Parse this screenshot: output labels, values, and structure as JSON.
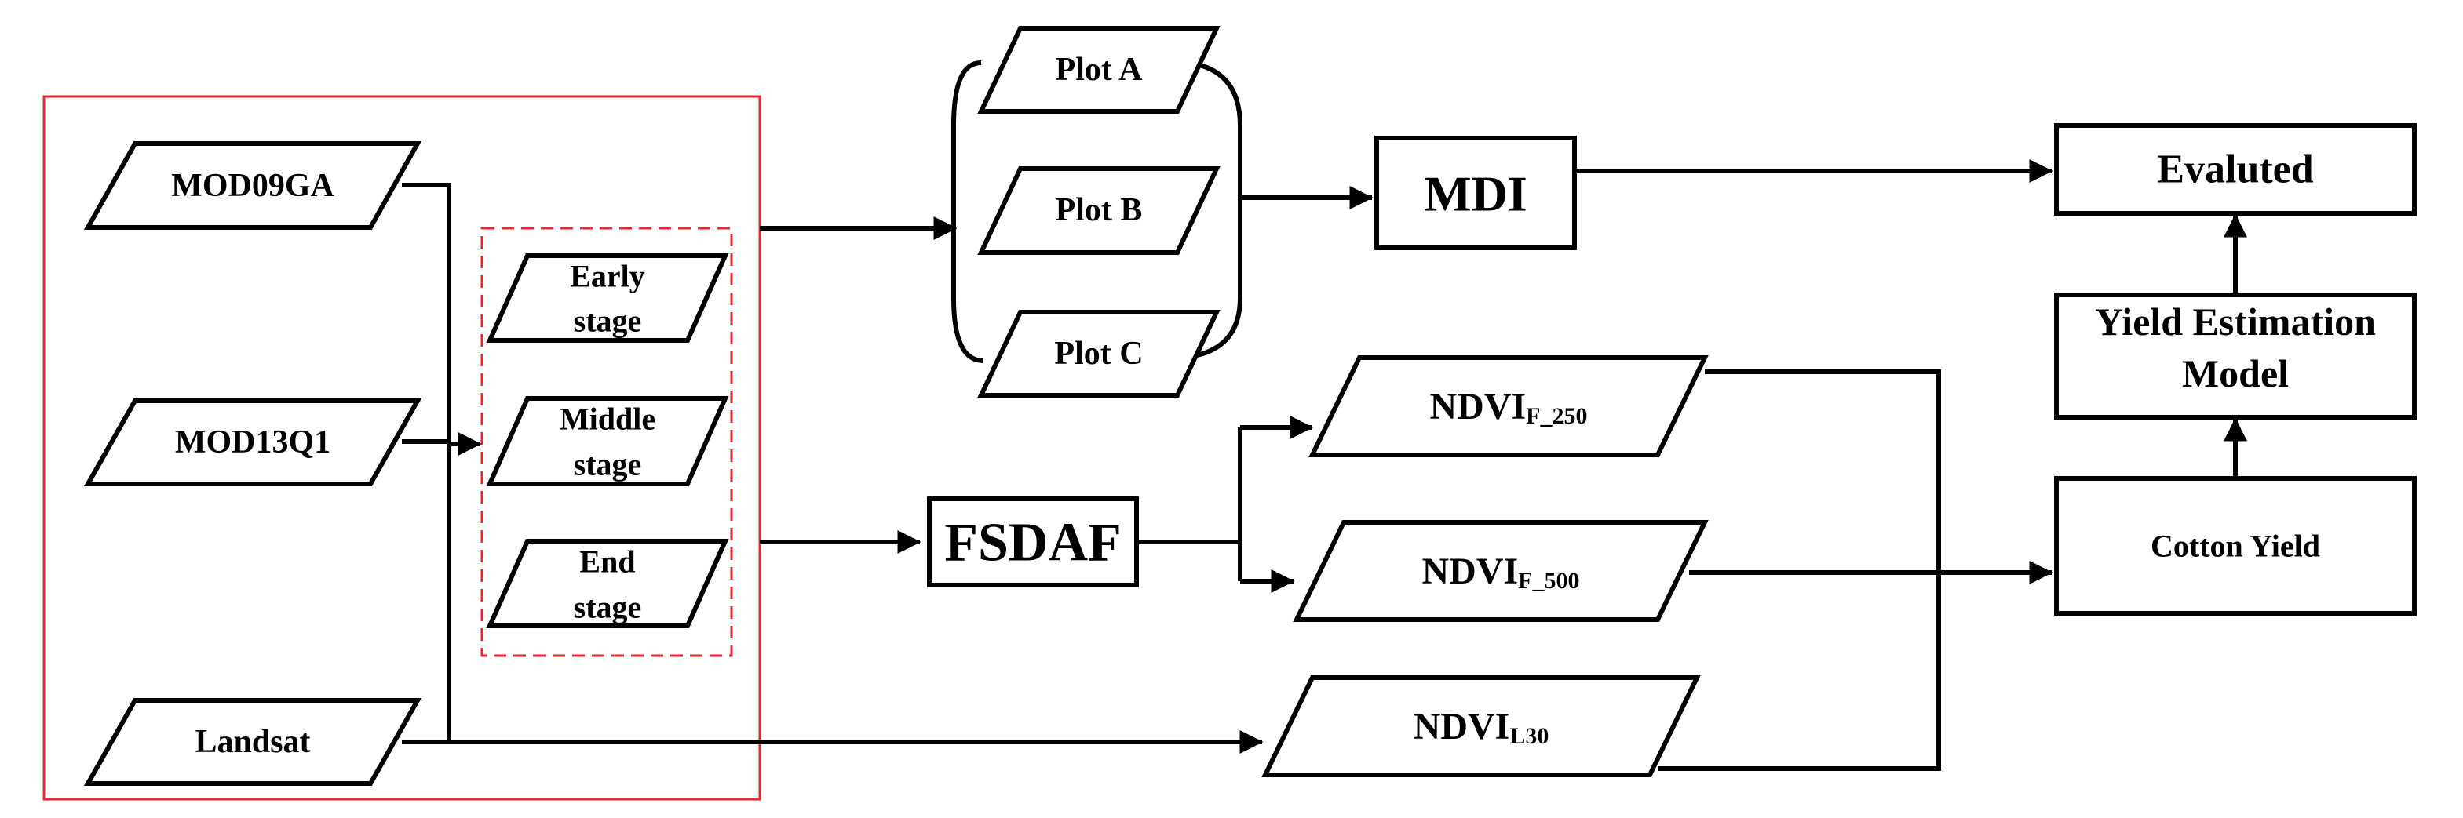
{
  "colors": {
    "stroke": "#000000",
    "frame": "#e8272d",
    "background": "#ffffff"
  },
  "inputs": {
    "mod09ga": "MOD09GA",
    "mod13q1": "MOD13Q1",
    "landsat": "Landsat"
  },
  "stages": {
    "early": [
      "Early",
      "stage"
    ],
    "middle": [
      "Middle",
      "stage"
    ],
    "end": [
      "End",
      "stage"
    ]
  },
  "plots": {
    "a": "Plot A",
    "b": "Plot B",
    "c": "Plot C"
  },
  "processes": {
    "mdi": "MDI",
    "fsdaf": "FSDAF"
  },
  "ndvi": {
    "f250": {
      "base": "NDVI",
      "sub": "F_250"
    },
    "f500": {
      "base": "NDVI",
      "sub": "F_500"
    },
    "l30": {
      "base": "NDVI",
      "sub": "L30"
    }
  },
  "outputs": {
    "evaluated": "Evaluted",
    "model": [
      "Yield Estimation",
      "Model"
    ],
    "cotton_yield": "Cotton Yield"
  }
}
